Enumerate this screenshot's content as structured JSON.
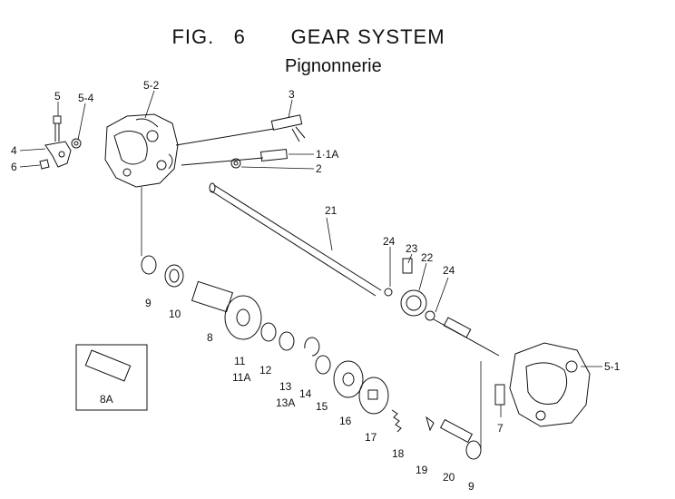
{
  "header": {
    "fig_label": "FIG.",
    "fig_number": "6",
    "title": "GEAR SYSTEM",
    "subtitle": "Pignonnerie"
  },
  "callouts": {
    "p5": "5",
    "p5_4": "5-4",
    "p5_2": "5-2",
    "p3": "3",
    "p4": "4",
    "p6": "6",
    "p1": "1·1A",
    "p2": "2",
    "p21": "21",
    "p24a": "24",
    "p23": "23",
    "p22": "22",
    "p24b": "24",
    "p9a": "9",
    "p10": "10",
    "p8": "8",
    "p11": "11",
    "p11a": "11A",
    "p12": "12",
    "p13": "13",
    "p13a": "13A",
    "p14": "14",
    "p15": "15",
    "p16": "16",
    "p17": "17",
    "p18": "18",
    "p19": "19",
    "p20": "20",
    "p9b": "9",
    "p7": "7",
    "p5_1": "5-1",
    "p8a": "8A"
  }
}
